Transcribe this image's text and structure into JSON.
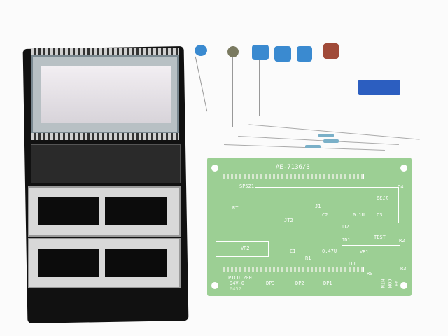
{
  "pcb": {
    "title": "AE-7136/3",
    "labels": {
      "sp": "SP521",
      "rt": "RT",
      "chip": "7136",
      "j1": "J1",
      "jt2": "JT2",
      "c2": "C2",
      "c01": "0.1U",
      "c3": "C3",
      "c4": "C4",
      "jd2": "JD2",
      "jd1": "JD1",
      "test": "TEST",
      "r2": "R2",
      "vr2": "VR2",
      "c1": "C1",
      "r1": "R1",
      "c047": "0.47U",
      "vr1": "VR1",
      "jt1": "JT1",
      "r0": "R0",
      "r3": "R3",
      "maker": "PICO 200",
      "grade": "94V-0",
      "code": "0452",
      "dp3": "DP3",
      "dp2": "DP2",
      "dp1": "DP1",
      "hin": "HIN",
      "com": "COM",
      "vplus": "V+"
    }
  },
  "colors": {
    "pcb": "#9ccf94",
    "capacitor": "#3a8ad0",
    "felt": "#111111"
  }
}
